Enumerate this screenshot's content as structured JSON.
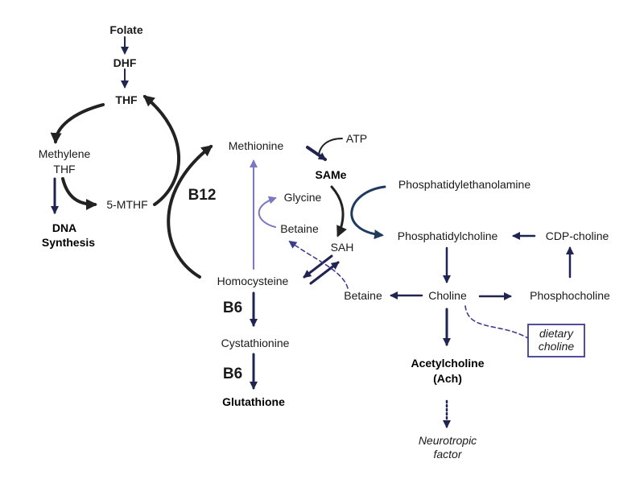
{
  "colors": {
    "folate": "#1e9a3a",
    "arrow": "#1f2450",
    "cycle": "#222222",
    "light": "#7a78c0",
    "vitamin": "#2e5f96",
    "neuro": "#3d3d8f",
    "teal": "#1e3a5f"
  },
  "folate_cycle": {
    "folate": "Folate",
    "dhf": "DHF",
    "thf": "THF",
    "methylene_line1": "Methylene",
    "methylene_line2": "THF",
    "mthf": "5-MTHF",
    "dna_line1": "DNA",
    "dna_line2": "Synthesis",
    "b12": "B12"
  },
  "methionine_cycle": {
    "methionine": "Methionine",
    "atp": "ATP",
    "same": "SAMe",
    "glycine": "Glycine",
    "betaine": "Betaine",
    "sah": "SAH",
    "homocysteine": "Homocysteine"
  },
  "transsulfuration": {
    "b6_first": "B6",
    "cystathionine": "Cystathionine",
    "b6_second": "B6",
    "glutathione": "Glutathione"
  },
  "choline_pathway": {
    "phosphatidylethanolamine": "Phosphatidylethanolamine",
    "phosphatidylcholine": "Phosphatidylcholine",
    "cdp_choline": "CDP-choline",
    "phosphocholine": "Phosphocholine",
    "choline": "Choline",
    "betaine": "Betaine",
    "dietary_line1": "dietary",
    "dietary_line2": "choline",
    "ach_line1": "Acetylcholine",
    "ach_line2": "(Ach)",
    "neuro_line1": "Neurotropic",
    "neuro_line2": "factor"
  }
}
